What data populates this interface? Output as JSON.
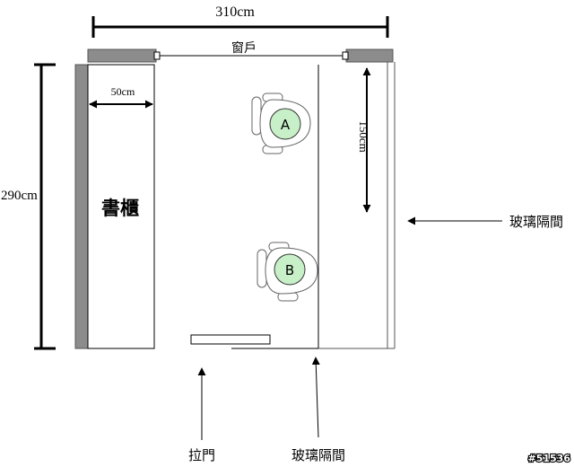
{
  "labels": {
    "total_width": "310cm",
    "window": "窗戶",
    "total_height": "290cm",
    "shelf_depth": "50cm",
    "bookcase": "書櫃",
    "partition_height": "150cm",
    "glass_partition_right": "玻璃隔間",
    "sliding_door": "拉門",
    "glass_partition_bottom": "玻璃隔間",
    "chair_a": "A",
    "chair_b": "B",
    "watermark": "#51536"
  },
  "colors": {
    "wall": "#8c8c8c",
    "seat": "#c8f0c8",
    "line": "#000000"
  }
}
